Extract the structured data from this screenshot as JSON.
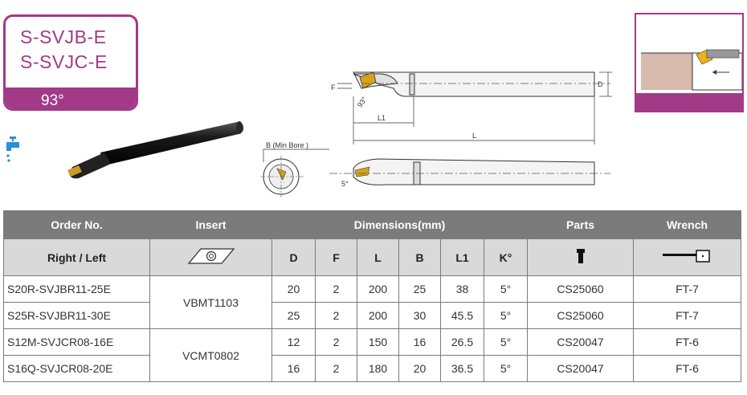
{
  "title": {
    "line1": "S-SVJB-E",
    "line2": "S-SVJC-E",
    "angle": "93°"
  },
  "drawing": {
    "labels": {
      "D": "D",
      "F": "F",
      "L1": "L1",
      "L": "L",
      "B": "B (Min Bore )",
      "angle": "93°",
      "k": "5°"
    }
  },
  "table": {
    "header_groups": [
      "Order No.",
      "Insert",
      "Dimensions(mm)",
      "Parts",
      "Wrench"
    ],
    "subheader": {
      "order": "Right / Left",
      "dims": [
        "D",
        "F",
        "L",
        "B",
        "L1",
        "K°"
      ]
    },
    "rows": [
      {
        "order": "S20R-SVJBR11-25E",
        "insert": "VBMT1103",
        "D": "20",
        "F": "2",
        "L": "200",
        "B": "25",
        "L1": "38",
        "K": "5°",
        "parts": "CS25060",
        "wrench": "FT-7"
      },
      {
        "order": "S25R-SVJBR11-30E",
        "insert": "",
        "D": "25",
        "F": "2",
        "L": "200",
        "B": "30",
        "L1": "45.5",
        "K": "5°",
        "parts": "CS25060",
        "wrench": "FT-7"
      },
      {
        "order": "S12M-SVJCR08-16E",
        "insert": "VCMT0802",
        "D": "12",
        "F": "2",
        "L": "150",
        "B": "16",
        "L1": "26.5",
        "K": "5°",
        "parts": "CS20047",
        "wrench": "FT-6"
      },
      {
        "order": "S16Q-SVJCR08-20E",
        "insert": "",
        "D": "16",
        "F": "2",
        "L": "180",
        "B": "20",
        "L1": "36.5",
        "K": "5°",
        "parts": "CS20047",
        "wrench": "FT-6"
      }
    ]
  },
  "icons": {
    "coolant": "coolant-tap-icon",
    "insert": "rhombic-insert-icon",
    "parts": "screw-icon",
    "wrench": "torx-wrench-icon"
  },
  "colors": {
    "brand": "#a23a87",
    "header_dark": "#7b7b7b",
    "header_light": "#d9d9d9",
    "coolant": "#2a8fd6"
  }
}
